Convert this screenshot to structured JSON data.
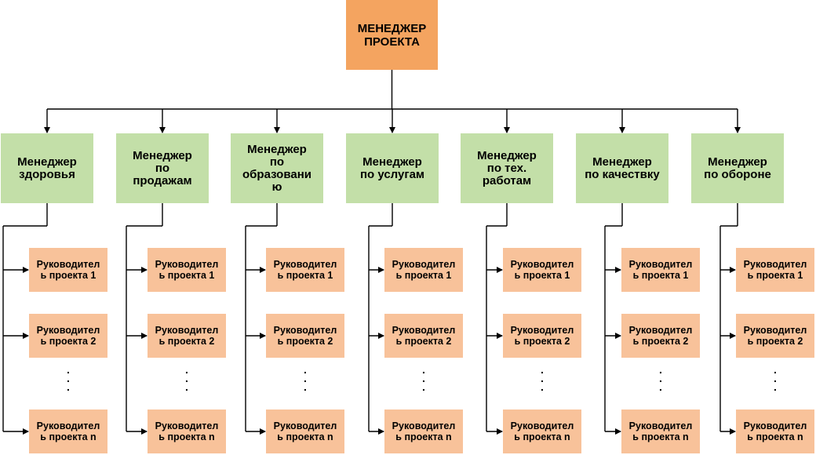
{
  "diagram": {
    "top": "МЕНЕДЖЕР\nПРОЕКТА",
    "managers": [
      "Менеджер\nздоровья",
      "Менеджер\nпо\nпродажам",
      "Менеджер\nпо\nобразовани\nю",
      "Менеджер\nпо услугам",
      "Менеджер\nпо тех.\nработам",
      "Менеджер\nпо качествку",
      "Менеджер\nпо обороне"
    ],
    "leads": [
      "Руководител\nь проекта 1",
      "Руководител\nь проекта 2",
      "Руководител\nь проекта n"
    ],
    "ellipsis": ".\n.\n."
  },
  "colors": {
    "top_fill": "#f4a460",
    "manager_fill": "#c3dfa8",
    "lead_fill": "#f8c29a",
    "line": "#000000"
  }
}
